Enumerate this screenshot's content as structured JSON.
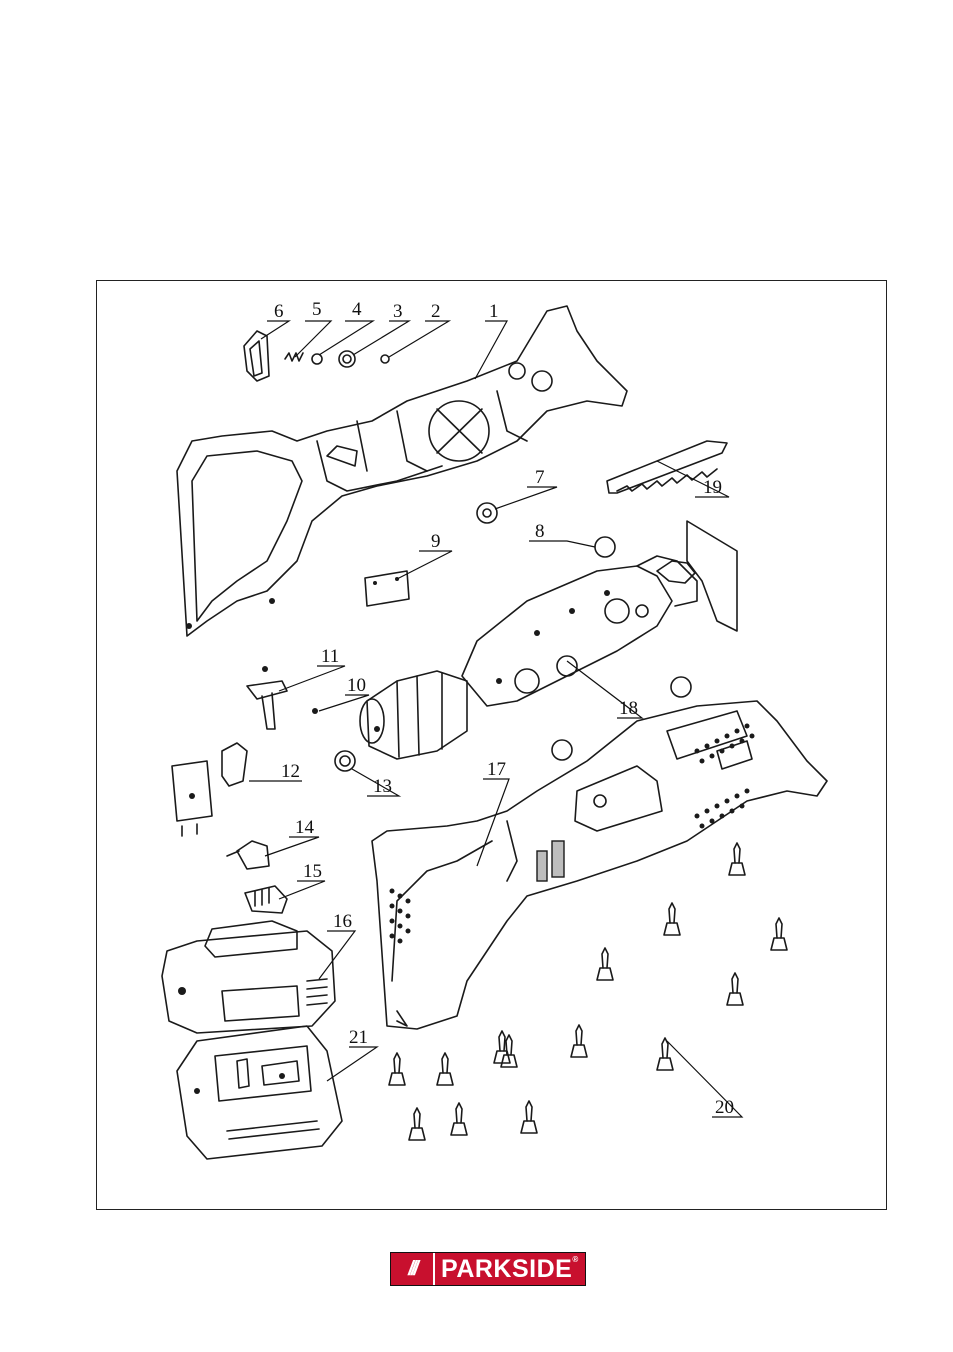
{
  "labels": [
    {
      "num": "1"
    },
    {
      "num": "2"
    },
    {
      "num": "3"
    },
    {
      "num": "4"
    },
    {
      "num": "5"
    },
    {
      "num": "6"
    },
    {
      "num": "7"
    },
    {
      "num": "8"
    },
    {
      "num": "9"
    },
    {
      "num": "10"
    },
    {
      "num": "11"
    },
    {
      "num": "12"
    },
    {
      "num": "13"
    },
    {
      "num": "14"
    },
    {
      "num": "15"
    },
    {
      "num": "16"
    },
    {
      "num": "17"
    },
    {
      "num": "18"
    },
    {
      "num": "19"
    },
    {
      "num": "20"
    },
    {
      "num": "21"
    }
  ],
  "brand": {
    "name": "PARKSIDE",
    "stripes": "///",
    "mark": "®"
  },
  "colors": {
    "brand_red": "#c8102e",
    "line": "#1a1a1a"
  }
}
